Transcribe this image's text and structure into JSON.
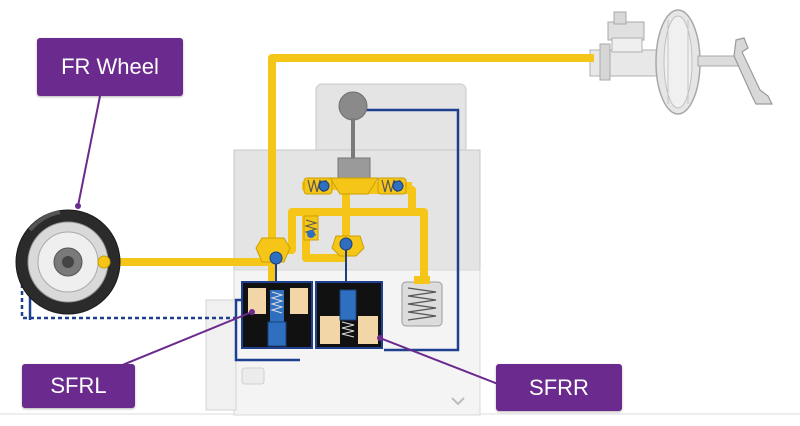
{
  "labels": {
    "fr_wheel": "FR Wheel",
    "sfrl": "SFRL",
    "sfrr": "SFRR"
  },
  "colors": {
    "callout_bg": "#6b2a8e",
    "callout_text": "#ffffff",
    "brake_line": "#f5c518",
    "return_line": "#1f3f8f",
    "valve_body": "#e3e3e3",
    "valve_body_light": "#f2f2f2",
    "piston": "#2f6fc0",
    "spring_fill": "#f3d6a8",
    "connector": "#6b2a8e"
  },
  "icons": [
    "wheel-brake-icon",
    "master-cylinder-icon",
    "brake-pedal-icon",
    "solenoid-valve-icon",
    "accumulator-icon"
  ]
}
